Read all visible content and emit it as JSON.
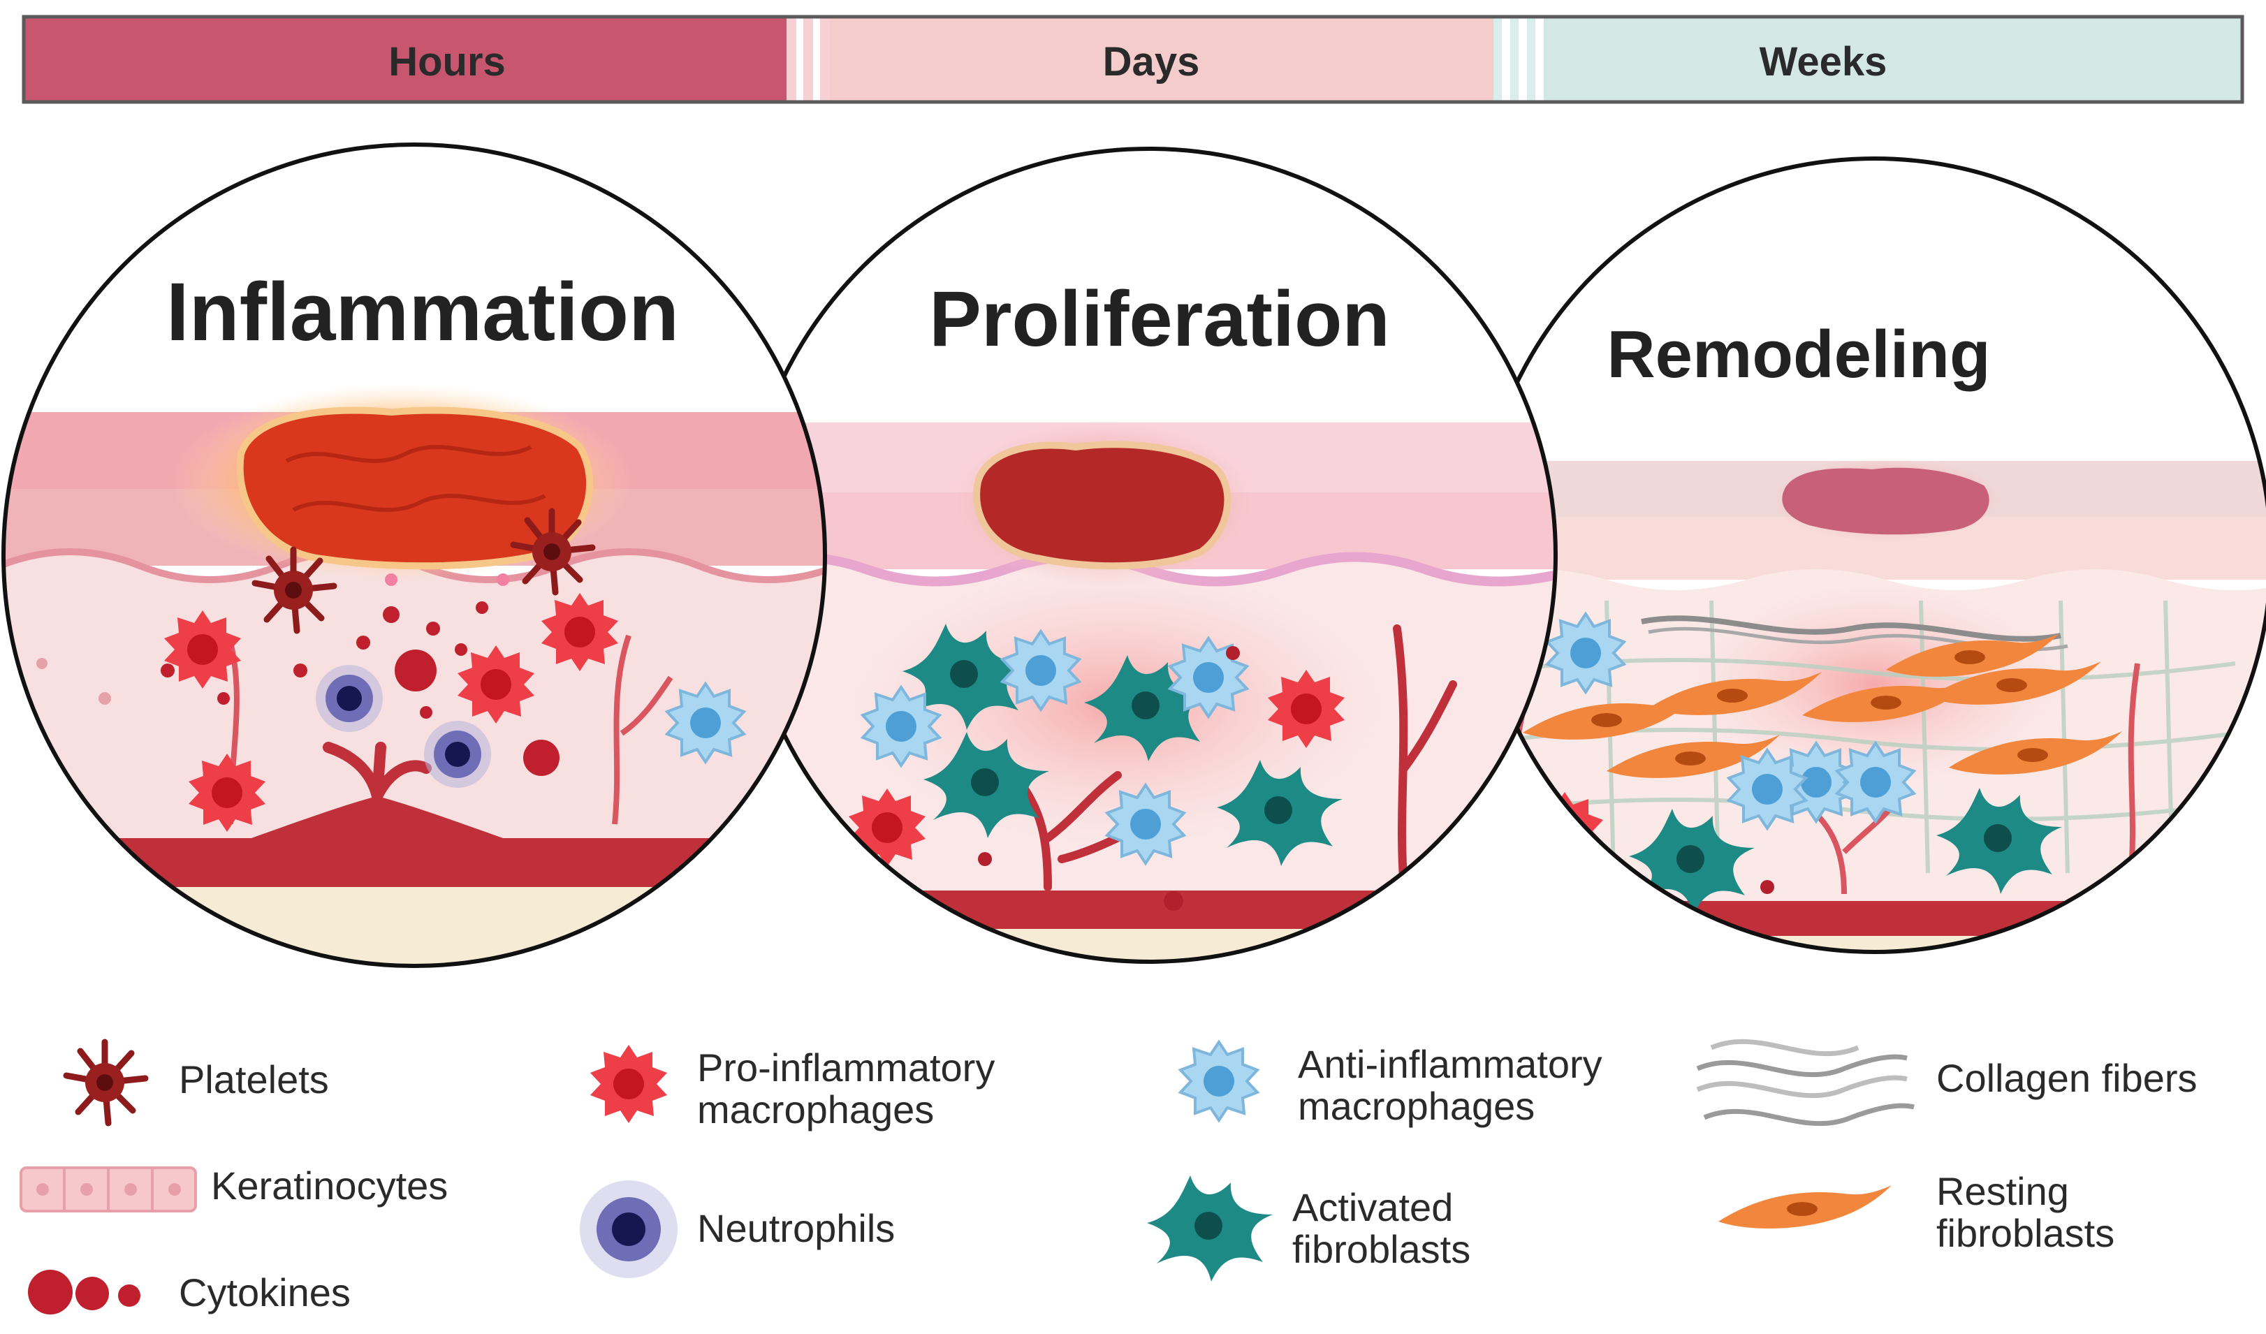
{
  "timeline": {
    "segments": [
      {
        "label": "Hours",
        "color": "#c8566e"
      },
      {
        "label": "Days",
        "color": "#f5cccc"
      },
      {
        "label": "Weeks",
        "color": "#d3e8e4"
      }
    ]
  },
  "phases": [
    {
      "title": "Inflammation"
    },
    {
      "title": "Proliferation"
    },
    {
      "title": "Remodeling"
    }
  ],
  "legend": {
    "platelets": "Platelets",
    "keratinocytes": "Keratinocytes",
    "cytokines": "Cytokines",
    "pro_inflammatory_1": "Pro-inflammatory",
    "pro_inflammatory_2": "macrophages",
    "neutrophils": "Neutrophils",
    "anti_inflammatory_1": "Anti-inflammatory",
    "anti_inflammatory_2": "macrophages",
    "activated_fibroblasts_1": "Activated",
    "activated_fibroblasts_2": "fibroblasts",
    "collagen_fibers": "Collagen fibers",
    "resting_fibroblasts_1": "Resting",
    "resting_fibroblasts_2": "fibroblasts"
  },
  "colors": {
    "skin_surface": "#f2a8b0",
    "wound_fresh": "#d9381e",
    "wound_mid": "#b52828",
    "wound_healed": "#c9607a",
    "platelet": "#8e1b1b",
    "pro_macrophage": "#ee3f49",
    "anti_macrophage": "#9fd0ee",
    "neutrophil": "#3a3a8a",
    "activated_fibroblast": "#1d8a86",
    "resting_fibroblast": "#f2863c",
    "vessel": "#c0303a"
  }
}
